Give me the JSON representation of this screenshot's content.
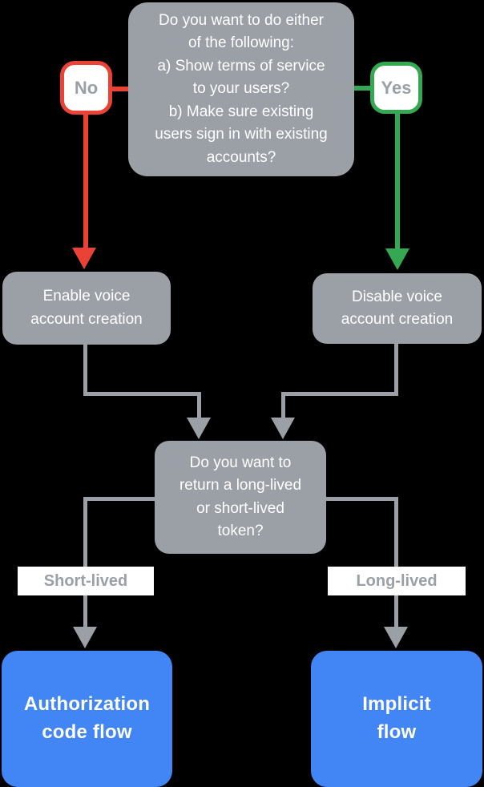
{
  "colors": {
    "background": "#000000",
    "node_gray": "#9AA0A6",
    "connector": "#9AA0A6",
    "no_red": "#EA4335",
    "yes_green": "#34A853",
    "flow_blue": "#4285F4",
    "badge_text": "#9AA0A6",
    "label_bg": "#FFFFFF",
    "node_text": "#FFFFFF"
  },
  "flowchart": {
    "question_top": "Do you want to do either\nof the following:\na) Show terms of service\nto your users?\nb) Make sure existing\nusers sign in with existing\naccounts?",
    "no_label": "No",
    "yes_label": "Yes",
    "enable_node": "Enable voice\naccount creation",
    "disable_node": "Disable voice\naccount creation",
    "question_token": "Do you want to\nreturn a long-lived\nor short-lived\ntoken?",
    "short_lived_label": "Short-lived",
    "long_lived_label": "Long-lived",
    "auth_code_node": "Authorization\ncode flow",
    "implicit_node": "Implicit\nflow"
  }
}
